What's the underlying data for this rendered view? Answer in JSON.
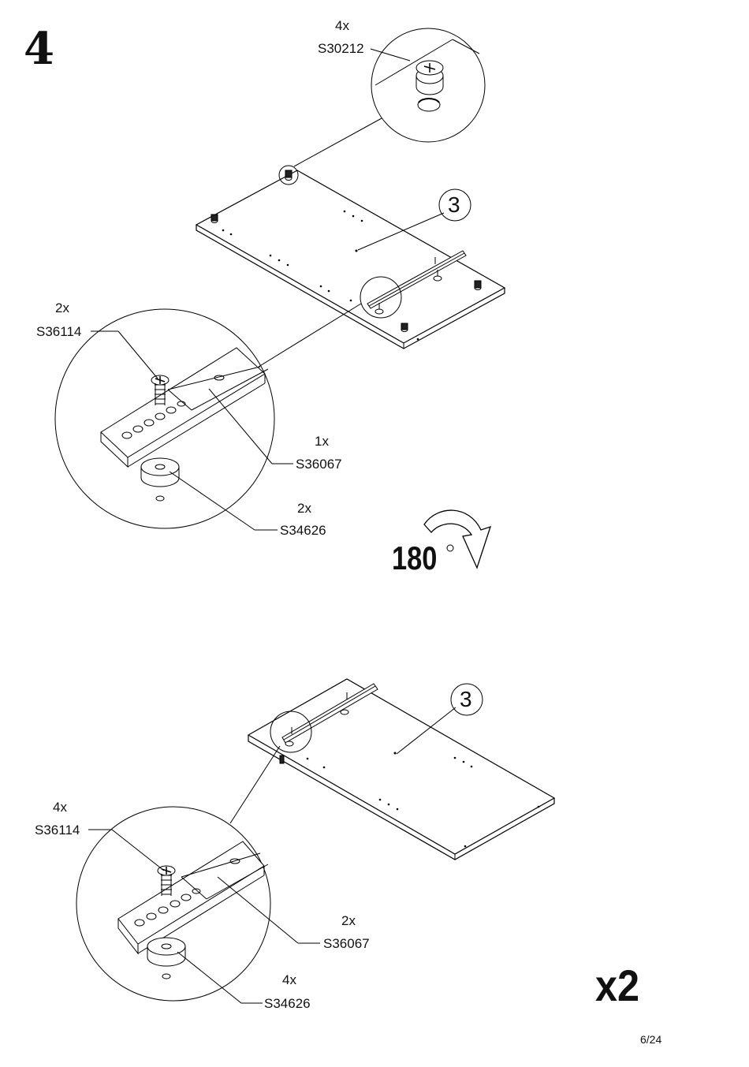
{
  "step": {
    "number": "4"
  },
  "top_view": {
    "cam_lock": {
      "qty": "4x",
      "code": "S30212"
    },
    "panel_callout": "3",
    "screw": {
      "qty": "2x",
      "code": "S36114"
    },
    "rail": {
      "qty": "1x",
      "code": "S36067"
    },
    "spacer": {
      "qty": "2x",
      "code": "S34626"
    }
  },
  "rotate": {
    "label": "180",
    "icon": "rotate-arrow-icon"
  },
  "bottom_view": {
    "panel_callout": "3",
    "screw": {
      "qty": "4x",
      "code": "S36114"
    },
    "rail": {
      "qty": "2x",
      "code": "S36067"
    },
    "spacer": {
      "qty": "4x",
      "code": "S34626"
    }
  },
  "multiplier": "x2",
  "page_number": "6/24"
}
